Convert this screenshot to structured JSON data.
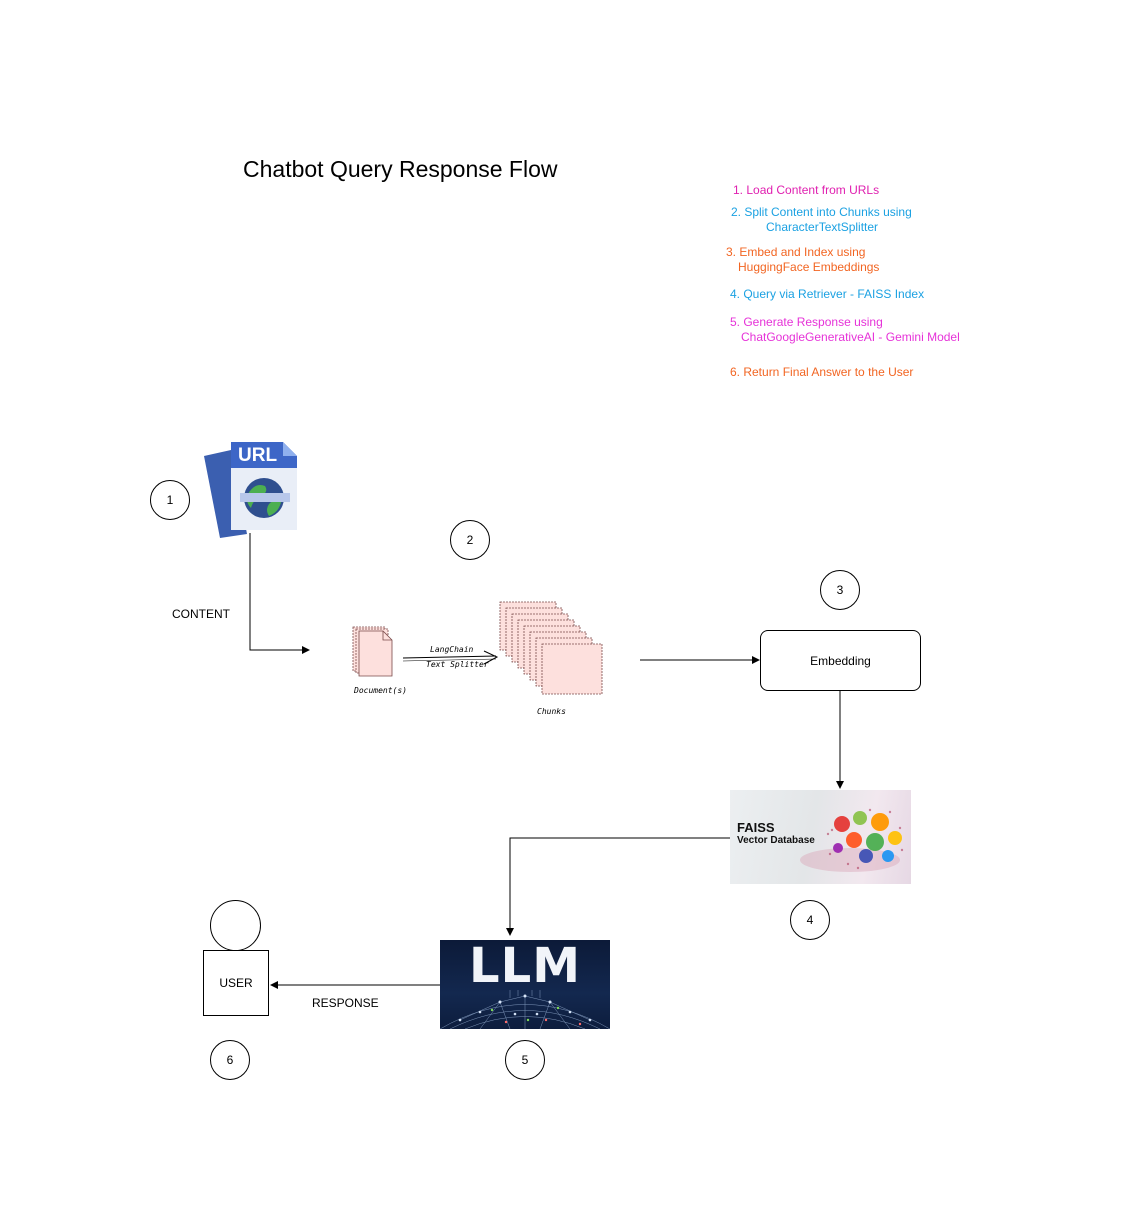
{
  "title": "Chatbot Query Response Flow",
  "steps": [
    {
      "line1": "1. Load Content from URLs",
      "line2": "",
      "color": "#e020b0"
    },
    {
      "line1": "2. Split Content into Chunks using",
      "line2": "CharacterTextSplitter",
      "color": "#1ba1e2"
    },
    {
      "line1": "3. Embed and Index using",
      "line2": "HuggingFace Embeddings",
      "color": "#f26522"
    },
    {
      "line1": "4. Query via Retriever - FAISS Index",
      "line2": "",
      "color": "#1ba1e2"
    },
    {
      "line1": "5. Generate Response using",
      "line2": "ChatGoogleGenerativeAI - Gemini Model",
      "color": "#e632d8"
    },
    {
      "line1": "6. Return Final Answer to the User",
      "line2": "",
      "color": "#f26522"
    }
  ],
  "markers": [
    "1",
    "2",
    "3",
    "4",
    "5",
    "6"
  ],
  "url_icon": {
    "icon": "url-document-icon",
    "text": "URL"
  },
  "content_label": "CONTENT",
  "splitter": {
    "doc_label": "Document(s)",
    "arrow_top": "LangChain",
    "arrow_bottom": "Text Splitter",
    "chunks_label": "Chunks"
  },
  "embedding_label": "Embedding",
  "faiss": {
    "title": "FAISS",
    "subtitle": "Vector Database"
  },
  "llm": {
    "text": "LLM"
  },
  "user_label": "USER",
  "response_label": "RESPONSE"
}
